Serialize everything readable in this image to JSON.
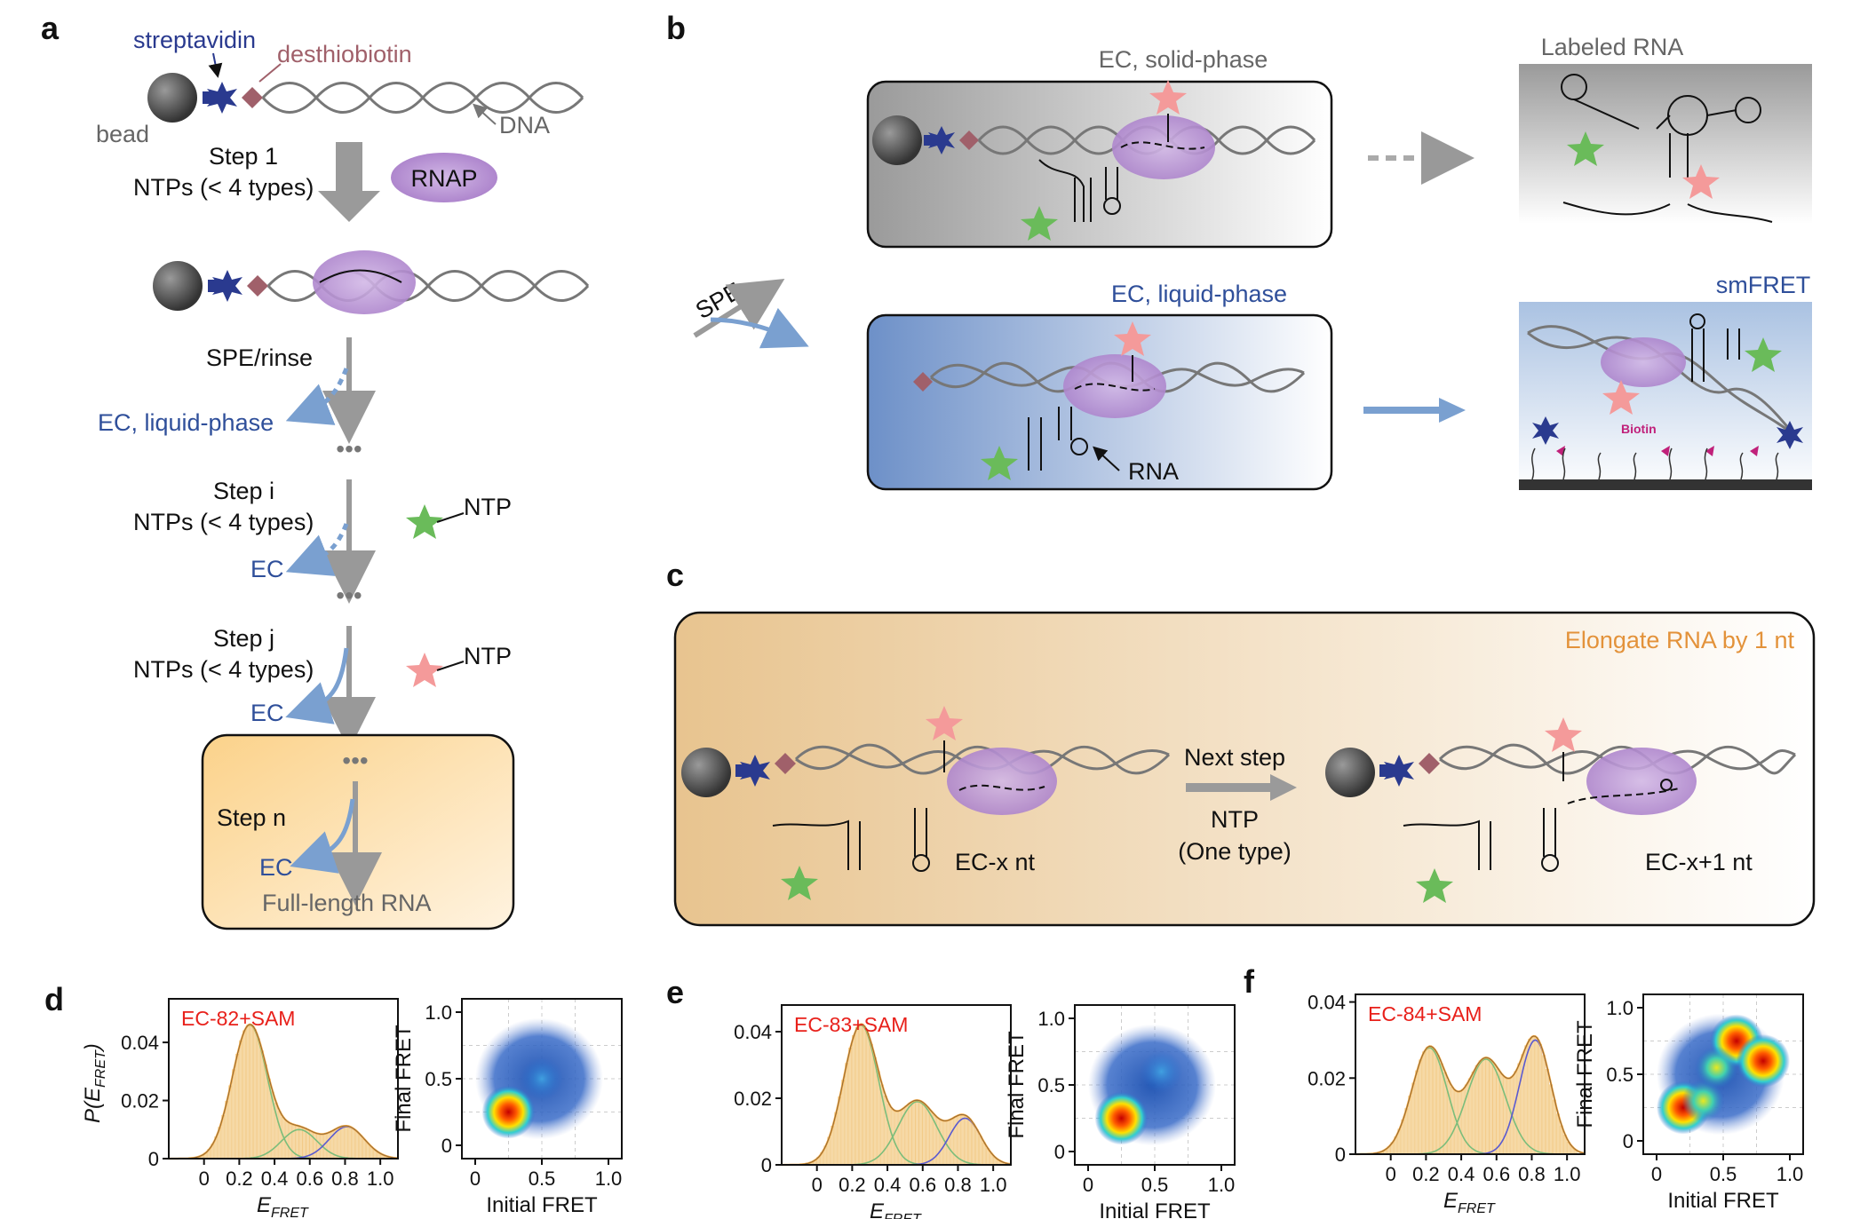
{
  "colors": {
    "bead": "#555555",
    "streptavidin": "#2a3a8f",
    "desthiobiotin": "#a0606a",
    "rnap": "#b58fd0",
    "cy3": "#6abb5a",
    "cy5": "#f49a9a",
    "ec_blue": "#3b5aa0",
    "arrow_gray": "#999999",
    "arrow_blue": "#7aa0d0",
    "orange_text": "#e3923a",
    "fit_orange": "#f2a640",
    "fit_green": "#7bbd7b",
    "fit_blue": "#5a5ad0",
    "label_red": "#e8201a"
  },
  "panel_labels": {
    "a": "a",
    "b": "b",
    "c": "c",
    "d": "d",
    "e": "e",
    "f": "f"
  },
  "panel_a": {
    "streptavidin": "streptavidin",
    "desthiobiotin": "desthiobiotin",
    "bead": "bead",
    "dna": "DNA",
    "rnap": "RNAP",
    "step1": "Step 1",
    "step1_ntps": "NTPs (< 4 types)",
    "spe_rinse": "SPE/rinse",
    "ec_liquid": "EC, liquid-phase",
    "dots": "•••",
    "step_i": "Step i",
    "step_i_ntps": "NTPs (< 4 types)",
    "ec": "EC",
    "ntp": "NTP",
    "step_j": "Step j",
    "step_j_ntps": "NTPs (< 4 types)",
    "step_n": "Step n",
    "full_length": "Full-length RNA"
  },
  "panel_b": {
    "ec_solid": "EC, solid-phase",
    "ec_liquid": "EC, liquid-phase",
    "labeled_rna": "Labeled RNA",
    "smfret": "smFRET",
    "spe": "SPE",
    "rna": "RNA",
    "biotin": "Biotin"
  },
  "panel_c": {
    "title": "Elongate RNA by 1 nt",
    "next_step": "Next step",
    "ntp": "NTP",
    "one_type": "(One type)",
    "ec_x": "EC-x nt",
    "ec_x1": "EC-x+1 nt"
  },
  "axis_text": {
    "hist_ylabel": "P(E",
    "hist_ylabel_sub": "FRET",
    "hist_ylabel_end": ")",
    "hist_xlabel": "E",
    "hist_xlabel_sub": "FRET",
    "tdp_xlabel": "Initial FRET",
    "tdp_ylabel": "Final FRET"
  },
  "chart_data": [
    {
      "panel": "d",
      "type": "bar",
      "label": "EC-82+SAM",
      "xlabel": "EFRET",
      "ylabel": "P(EFRET)",
      "xlim": [
        -0.2,
        1.1
      ],
      "ylim": [
        0,
        0.055
      ],
      "xticks": [
        0,
        0.2,
        0.4,
        0.6,
        0.8,
        1.0
      ],
      "xtick_labels": [
        "0",
        "0.2",
        "0.4",
        "0.6",
        "0.8",
        "1.0"
      ],
      "yticks": [
        0,
        0.02,
        0.04
      ],
      "ytick_labels": [
        "0",
        "0.02",
        "0.04"
      ],
      "gaussians": [
        {
          "name": "low",
          "mu": 0.26,
          "sigma": 0.1,
          "amp": 0.046,
          "color": "#7bbd7b"
        },
        {
          "name": "mid",
          "mu": 0.54,
          "sigma": 0.1,
          "amp": 0.01,
          "color": "#7bbd7b"
        },
        {
          "name": "high",
          "mu": 0.81,
          "sigma": 0.1,
          "amp": 0.011,
          "color": "#5a5ad0"
        }
      ]
    },
    {
      "panel": "d",
      "type": "heatmap",
      "xlabel": "Initial FRET",
      "ylabel": "Final FRET",
      "xticks": [
        0,
        0.5,
        1.0
      ],
      "xtick_labels": [
        "0",
        "0.5",
        "1.0"
      ],
      "yticks": [
        0,
        0.5,
        1.0
      ],
      "ytick_labels": [
        "0",
        "0.5",
        "1.0"
      ],
      "xlim": [
        -0.1,
        1.1
      ],
      "ylim": [
        -0.1,
        1.1
      ],
      "peaks": [
        {
          "x": 0.25,
          "y": 0.25,
          "intensity": "high"
        },
        {
          "x": 0.5,
          "y": 0.5,
          "intensity": "low"
        }
      ]
    },
    {
      "panel": "e",
      "type": "bar",
      "label": "EC-83+SAM",
      "xlabel": "EFRET",
      "ylabel": "P(EFRET)",
      "xlim": [
        -0.2,
        1.1
      ],
      "ylim": [
        0,
        0.048
      ],
      "xticks": [
        0,
        0.2,
        0.4,
        0.6,
        0.8,
        1.0
      ],
      "xtick_labels": [
        "0",
        "0.2",
        "0.4",
        "0.6",
        "0.8",
        "1.0"
      ],
      "yticks": [
        0,
        0.02,
        0.04
      ],
      "ytick_labels": [
        "0",
        "0.02",
        "0.04"
      ],
      "gaussians": [
        {
          "name": "low",
          "mu": 0.25,
          "sigma": 0.1,
          "amp": 0.042,
          "color": "#7bbd7b"
        },
        {
          "name": "mid",
          "mu": 0.57,
          "sigma": 0.11,
          "amp": 0.019,
          "color": "#7bbd7b"
        },
        {
          "name": "high",
          "mu": 0.84,
          "sigma": 0.09,
          "amp": 0.014,
          "color": "#5a5ad0"
        }
      ]
    },
    {
      "panel": "e",
      "type": "heatmap",
      "xlabel": "Initial FRET",
      "ylabel": "Final FRET",
      "xticks": [
        0,
        0.5,
        1.0
      ],
      "xtick_labels": [
        "0",
        "0.5",
        "1.0"
      ],
      "yticks": [
        0,
        0.5,
        1.0
      ],
      "ytick_labels": [
        "0",
        "0.5",
        "1.0"
      ],
      "xlim": [
        -0.1,
        1.1
      ],
      "ylim": [
        -0.1,
        1.1
      ],
      "peaks": [
        {
          "x": 0.25,
          "y": 0.25,
          "intensity": "high"
        },
        {
          "x": 0.55,
          "y": 0.6,
          "intensity": "low"
        }
      ]
    },
    {
      "panel": "f",
      "type": "bar",
      "label": "EC-84+SAM",
      "xlabel": "EFRET",
      "ylabel": "P(EFRET)",
      "xlim": [
        -0.2,
        1.1
      ],
      "ylim": [
        0,
        0.042
      ],
      "xticks": [
        0,
        0.2,
        0.4,
        0.6,
        0.8,
        1.0
      ],
      "xtick_labels": [
        "0",
        "0.2",
        "0.4",
        "0.6",
        "0.8",
        "1.0"
      ],
      "yticks": [
        0,
        0.02,
        0.04
      ],
      "ytick_labels": [
        "0",
        "0.02",
        "0.04"
      ],
      "gaussians": [
        {
          "name": "low",
          "mu": 0.22,
          "sigma": 0.1,
          "amp": 0.028,
          "color": "#7bbd7b"
        },
        {
          "name": "mid",
          "mu": 0.54,
          "sigma": 0.11,
          "amp": 0.025,
          "color": "#7bbd7b"
        },
        {
          "name": "high",
          "mu": 0.82,
          "sigma": 0.09,
          "amp": 0.03,
          "color": "#5a5ad0"
        }
      ]
    },
    {
      "panel": "f",
      "type": "heatmap",
      "xlabel": "Initial FRET",
      "ylabel": "Final FRET",
      "xticks": [
        0,
        0.5,
        1.0
      ],
      "xtick_labels": [
        "0",
        "0.5",
        "1.0"
      ],
      "yticks": [
        0,
        0.5,
        1.0
      ],
      "ytick_labels": [
        "0",
        "0.5",
        "1.0"
      ],
      "xlim": [
        -0.1,
        1.1
      ],
      "ylim": [
        -0.1,
        1.1
      ],
      "peaks": [
        {
          "x": 0.6,
          "y": 0.75,
          "intensity": "high"
        },
        {
          "x": 0.8,
          "y": 0.6,
          "intensity": "high"
        },
        {
          "x": 0.2,
          "y": 0.25,
          "intensity": "high"
        },
        {
          "x": 0.35,
          "y": 0.3,
          "intensity": "mid"
        },
        {
          "x": 0.45,
          "y": 0.55,
          "intensity": "mid"
        }
      ]
    }
  ]
}
